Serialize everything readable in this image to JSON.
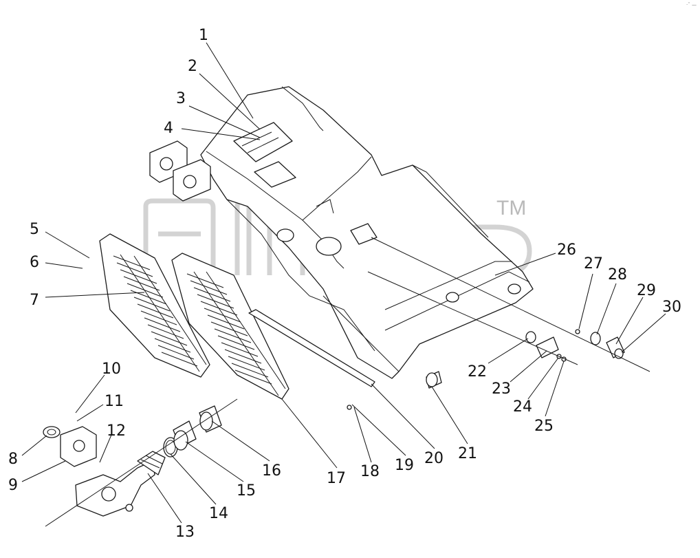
{
  "diagram": {
    "watermark_mark": "TM",
    "corner_mark": "·ˆ —",
    "callouts": [
      "1",
      "2",
      "3",
      "4",
      "5",
      "6",
      "7",
      "8",
      "9",
      "10",
      "11",
      "12",
      "13",
      "14",
      "15",
      "16",
      "17",
      "18",
      "19",
      "20",
      "21",
      "22",
      "23",
      "24",
      "25",
      "26",
      "27",
      "28",
      "29",
      "30"
    ]
  }
}
